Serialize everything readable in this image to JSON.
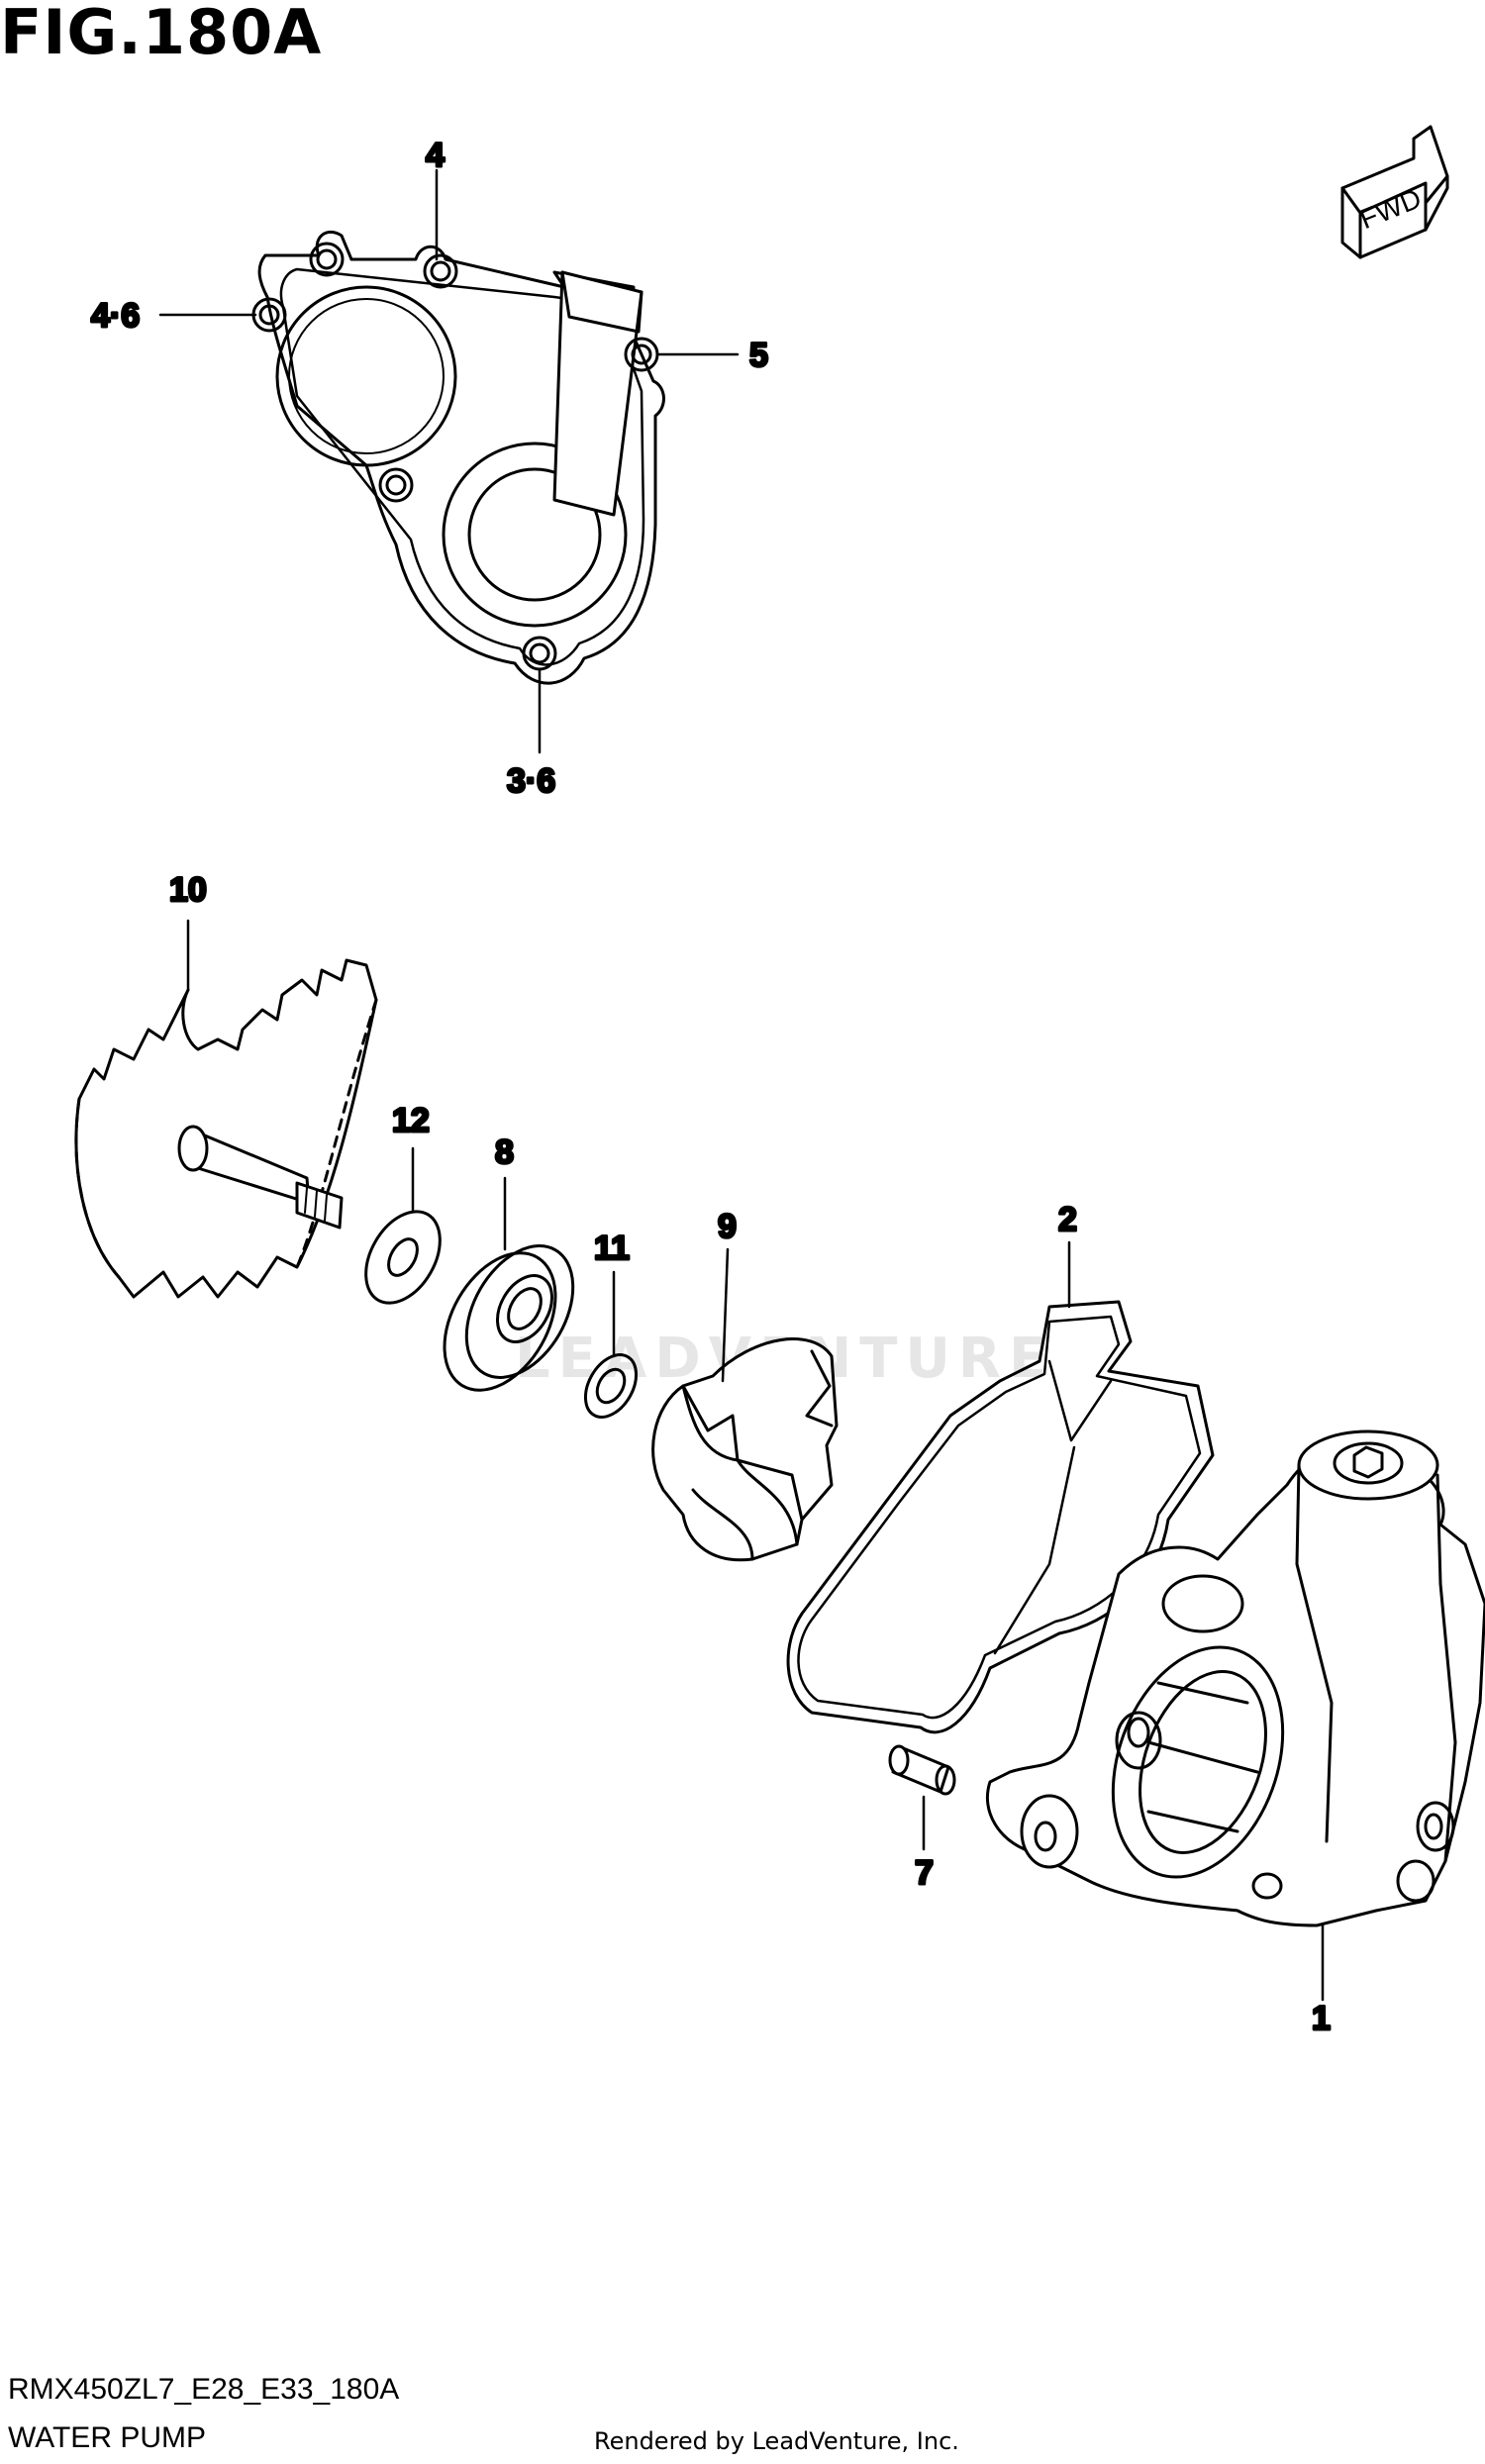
{
  "figure": {
    "title": "FIG.180A",
    "fwd_label": "FWD",
    "model_code": "RMX450ZL7_E28_E33_180A",
    "section_name": "WATER PUMP",
    "render_credit": "Rendered by LeadVenture, Inc.",
    "watermark": "LEADVENTURE"
  },
  "callouts": {
    "c1": "1",
    "c2": "2",
    "c3_6": "3·6",
    "c4": "4",
    "c4_6": "4·6",
    "c5": "5",
    "c7": "7",
    "c8": "8",
    "c9": "9",
    "c10": "10",
    "c11": "11",
    "c12": "12"
  },
  "parts": [
    {
      "ref": "1",
      "name": "pump-body"
    },
    {
      "ref": "2",
      "name": "gasket"
    },
    {
      "ref": "3·6",
      "name": "cover-bolt-bottom"
    },
    {
      "ref": "4",
      "name": "cover-bolt-top"
    },
    {
      "ref": "4·6",
      "name": "cover-bolt-left"
    },
    {
      "ref": "5",
      "name": "cover-bolt-right"
    },
    {
      "ref": "7",
      "name": "dowel-pin"
    },
    {
      "ref": "8",
      "name": "mechanical-seal"
    },
    {
      "ref": "9",
      "name": "impeller"
    },
    {
      "ref": "10",
      "name": "pump-gear-shaft"
    },
    {
      "ref": "11",
      "name": "e-ring"
    },
    {
      "ref": "12",
      "name": "washer"
    }
  ]
}
